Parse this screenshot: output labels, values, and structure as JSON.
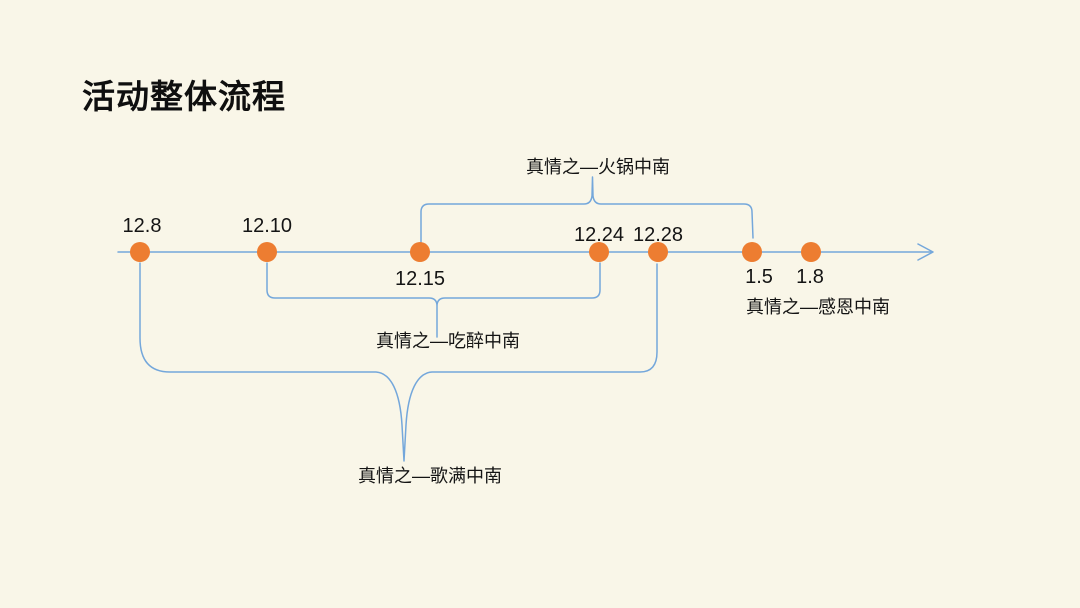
{
  "slide": {
    "title": "活动整体流程",
    "background_color": "#F9F6E8",
    "text_color": "#141414"
  },
  "timeline": {
    "line_color": "#74A7DB",
    "dot_color": "#ED7D31",
    "arrow_icon": "arrow-right-icon",
    "points": [
      {
        "label": "12.8"
      },
      {
        "label": "12.10"
      },
      {
        "label": "12.15"
      },
      {
        "label": "12.24"
      },
      {
        "label": "12.28"
      },
      {
        "label": "1.5"
      },
      {
        "label": "1.8"
      }
    ]
  },
  "events": [
    {
      "label": "真情之—火锅中南",
      "from": "12.15",
      "to": "1.5",
      "side": "above"
    },
    {
      "label": "真情之—吃醉中南",
      "from": "12.10",
      "to": "12.24",
      "side": "below"
    },
    {
      "label": "真情之—歌满中南",
      "from": "12.8",
      "to": "12.28",
      "side": "below"
    },
    {
      "label": "真情之—感恩中南",
      "from": "1.5",
      "to": "1.8",
      "side": "below"
    }
  ]
}
